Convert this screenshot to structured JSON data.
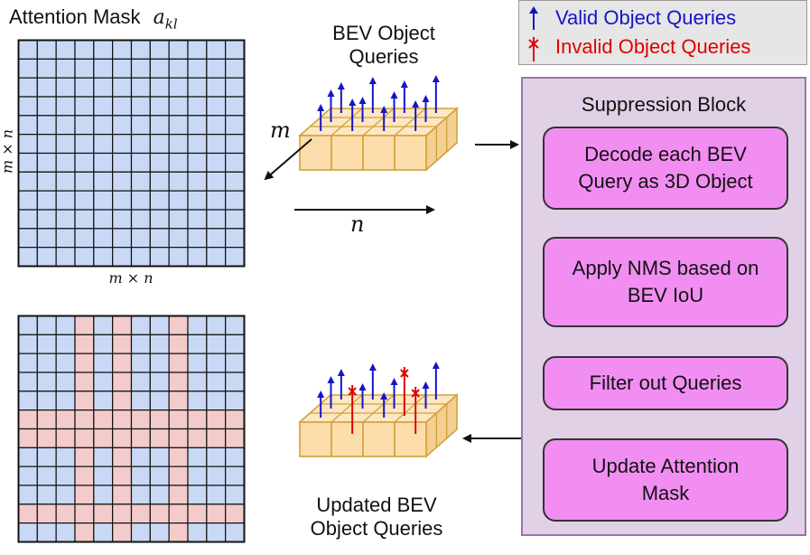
{
  "mask": {
    "title": "Attention Mask",
    "symbol_base": "a",
    "symbol_sub": "kl",
    "axis_label": "m × n",
    "grid_size": 12,
    "colors": {
      "valid": "#c9d9f5",
      "invalid": "#f3cbcb",
      "line": "#111111"
    },
    "updated_invalid_rows": [
      5,
      6,
      10
    ],
    "updated_invalid_cols": [
      3,
      5,
      8
    ]
  },
  "queries": {
    "title_line1": "BEV Object",
    "title_line2": "Queries",
    "dim_m": "m",
    "dim_n": "n",
    "updated_line1": "Updated BEV",
    "updated_line2": "Object Queries",
    "cube_color": "#fbdcaa",
    "cube_edge": "#d1a23a"
  },
  "legend": {
    "valid_label": "Valid Object Queries",
    "invalid_label": "Invalid Object Queries",
    "valid_color": "#1515c8",
    "invalid_color": "#e00000"
  },
  "suppression": {
    "title": "Suppression Block",
    "steps": [
      "Decode each BEV Query as 3D Object",
      "Apply NMS based on BEV IoU",
      "Filter out Queries",
      "Update Attention Mask"
    ]
  }
}
